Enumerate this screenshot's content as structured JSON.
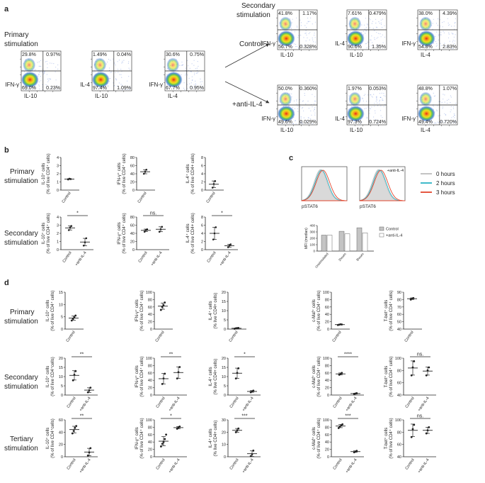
{
  "panels": {
    "a": "a",
    "b": "b",
    "c": "c",
    "d": "d"
  },
  "row_labels": {
    "primary": [
      "Primary",
      "stimulation"
    ],
    "secondary": [
      "Secondary",
      "stimulation"
    ],
    "tertiary": [
      "Tertiary",
      "stimulation"
    ]
  },
  "panel_a": {
    "secondary_title": [
      "Secondary",
      "stimulation"
    ],
    "control_label": "Control",
    "anti_label": "+anti-IL-4"
  },
  "chart_data": {
    "flow_plots": [
      {
        "id": "p1",
        "x": "IL-10",
        "y": "IFN-γ",
        "q": [
          "29.8%",
          "0.97%",
          "69.0%",
          "0.23%"
        ]
      },
      {
        "id": "p2",
        "x": "IL-10",
        "y": "IL-4",
        "q": [
          "1.49%",
          "0.04%",
          "97.4%",
          "1.09%"
        ]
      },
      {
        "id": "p3",
        "x": "IL-4",
        "y": "IFN-γ",
        "q": [
          "30.6%",
          "0.75%",
          "67.7%",
          "0.95%"
        ]
      },
      {
        "id": "c1",
        "x": "IL-10",
        "y": "IFN-γ",
        "q": [
          "41.8%",
          "1.17%",
          "56.7%",
          "0.328%"
        ]
      },
      {
        "id": "c2",
        "x": "IL-10",
        "y": "IL-4",
        "q": [
          "7.61%",
          "0.479%",
          "90.6%",
          "1.35%"
        ]
      },
      {
        "id": "c3",
        "x": "IL-4",
        "y": "IFN-γ",
        "q": [
          "38.0%",
          "4.39%",
          "54.8%",
          "2.83%"
        ]
      },
      {
        "id": "a1",
        "x": "IL-10",
        "y": "IFN-γ",
        "q": [
          "50.0%",
          "0.360%",
          "49.6%",
          "0.029%"
        ]
      },
      {
        "id": "a2",
        "x": "IL-10",
        "y": "IL-4",
        "q": [
          "1.97%",
          "0.053%",
          "97.3%",
          "0.724%"
        ]
      },
      {
        "id": "a3",
        "x": "IL-4",
        "y": "IFN-γ",
        "q": [
          "48.8%",
          "1.07%",
          "49.4%",
          "0.720%"
        ]
      }
    ],
    "panel_b": [
      {
        "id": "b1",
        "ylabel": [
          "IL-10⁺ cells",
          "(% of live CD4⁺ cells)"
        ],
        "ylim": [
          0,
          4
        ],
        "ticks": [
          "0",
          "1",
          "2",
          "3",
          "4"
        ],
        "categories": [
          "Control"
        ],
        "groups": [
          [
            1.3,
            1.4,
            1.35
          ]
        ],
        "sig": ""
      },
      {
        "id": "b2",
        "ylabel": [
          "IFN-γ⁺ cells",
          "(% of live CD4⁺ cells)"
        ],
        "ylim": [
          0,
          80
        ],
        "ticks": [
          "0",
          "20",
          "40",
          "60",
          "80"
        ],
        "categories": [
          "Control"
        ],
        "groups": [
          [
            40,
            45,
            50
          ]
        ],
        "sig": ""
      },
      {
        "id": "b3",
        "ylabel": [
          "IL-4⁺ cells",
          "(% of live CD4+ cells)"
        ],
        "ylim": [
          0,
          8
        ],
        "ticks": [
          "0",
          "2",
          "4",
          "6",
          "8"
        ],
        "categories": [
          "Control"
        ],
        "groups": [
          [
            0.6,
            1.5,
            2.2
          ]
        ],
        "sig": ""
      },
      {
        "id": "b4",
        "ylabel": [
          "IL-10⁺ cells",
          "(% of live CD4⁺ cells)"
        ],
        "ylim": [
          0,
          4
        ],
        "ticks": [
          "0",
          "1",
          "2",
          "3",
          "4"
        ],
        "categories": [
          "Control",
          "+anti-IL-4"
        ],
        "groups": [
          [
            2.4,
            2.7,
            2.9
          ],
          [
            0.5,
            0.9,
            1.4
          ]
        ],
        "sig": "*"
      },
      {
        "id": "b5",
        "ylabel": [
          "IFN-γ⁺ cells",
          "(% of live CD4⁺ cells)"
        ],
        "ylim": [
          0,
          80
        ],
        "ticks": [
          "0",
          "20",
          "40",
          "60",
          "80"
        ],
        "categories": [
          "Control",
          "+anti-IL-4"
        ],
        "groups": [
          [
            44,
            48,
            50
          ],
          [
            44,
            50,
            56
          ]
        ],
        "sig": "ns."
      },
      {
        "id": "b6",
        "ylabel": [
          "IL-4⁺ cells",
          "(% of live CD4+ cells)"
        ],
        "ylim": [
          0,
          8
        ],
        "ticks": [
          "0",
          "2",
          "4",
          "6",
          "8"
        ],
        "categories": [
          "Control",
          "+anti-IL-4"
        ],
        "groups": [
          [
            2.5,
            4.0,
            5.5
          ],
          [
            0.6,
            1.0,
            1.3
          ]
        ],
        "sig": "*"
      }
    ],
    "panel_c": {
      "histograms": [
        {
          "id": "h1",
          "xlabel": "pSTAT6",
          "annotation": ""
        },
        {
          "id": "h2",
          "xlabel": "pSTAT6",
          "annotation": "+anti-IL-4"
        }
      ],
      "legend": [
        {
          "name": "0 hours",
          "color": "#bdbdbd"
        },
        {
          "name": "2 hours",
          "color": "#2ab3c4"
        },
        {
          "name": "3 hours",
          "color": "#e2452d"
        }
      ],
      "mfi": {
        "type": "bar",
        "ylabel": "MFI (median)",
        "ylim": [
          0,
          400
        ],
        "ticks": [
          "0",
          "100",
          "200",
          "300",
          "400"
        ],
        "categories": [
          "Unstimulated",
          "2hours",
          "3hours"
        ],
        "series": [
          {
            "name": "Control",
            "color": "#c4c4c4",
            "values": [
              250,
              310,
              365
            ]
          },
          {
            "name": "+anti-IL-4",
            "color": "#ffffff",
            "values": [
              250,
              270,
              285
            ]
          }
        ]
      }
    },
    "panel_d": [
      {
        "id": "d1",
        "ylabel": [
          "IL-10⁺ cells",
          "(% of live CD4⁺ cells)"
        ],
        "ylim": [
          0,
          15
        ],
        "ticks": [
          "0",
          "5",
          "10",
          "15"
        ],
        "categories": [
          "Control"
        ],
        "groups": [
          [
            3.5,
            4.2,
            4.8,
            5.5
          ]
        ],
        "sig": ""
      },
      {
        "id": "d2",
        "ylabel": [
          "IFN-γ⁺ cells",
          "(% of live CD4⁺ cells)"
        ],
        "ylim": [
          0,
          100
        ],
        "ticks": [
          "0",
          "20",
          "40",
          "60",
          "80",
          "100"
        ],
        "categories": [
          "Control"
        ],
        "groups": [
          [
            52,
            60,
            65,
            72
          ]
        ],
        "sig": ""
      },
      {
        "id": "d3",
        "ylabel": [
          "IL-4⁺ cells",
          "(% live CD4+ cells)"
        ],
        "ylim": [
          0,
          20
        ],
        "ticks": [
          "0",
          "5",
          "10",
          "15",
          "20"
        ],
        "categories": [
          "Control"
        ],
        "groups": [
          [
            0.2,
            0.4,
            0.5,
            0.6
          ]
        ],
        "sig": ""
      },
      {
        "id": "d4",
        "ylabel": [
          "c-Maf⁺ cells",
          "(% of live CD4⁺ cells)"
        ],
        "ylim": [
          0,
          100
        ],
        "ticks": [
          "0",
          "20",
          "40",
          "60",
          "80",
          "100"
        ],
        "categories": [
          "Control"
        ],
        "groups": [
          [
            11,
            12,
            13,
            12.5
          ]
        ],
        "sig": ""
      },
      {
        "id": "d5",
        "ylabel": [
          "T-bet⁺ cells",
          "(% of live CD4⁺ cells)"
        ],
        "ylim": [
          40,
          90
        ],
        "ticks": [
          "40",
          "50",
          "60",
          "70",
          "80",
          "90"
        ],
        "categories": [
          "Control"
        ],
        "groups": [
          [
            80,
            81.5,
            82
          ]
        ],
        "sig": ""
      },
      {
        "id": "d6",
        "ylabel": [
          "IL-10⁺ cells",
          "(% of live CD4⁺cells)"
        ],
        "ylim": [
          0,
          20
        ],
        "ticks": [
          "0",
          "5",
          "10",
          "15",
          "20"
        ],
        "categories": [
          "Control",
          "+anti-IL-4"
        ],
        "groups": [
          [
            8,
            11,
            13
          ],
          [
            1.5,
            2.5,
            4
          ]
        ],
        "sig": "**"
      },
      {
        "id": "d7",
        "ylabel": [
          "IFN-γ⁺ cells",
          "(% of live CD4⁺ cells)"
        ],
        "ylim": [
          0,
          100
        ],
        "ticks": [
          "0",
          "20",
          "40",
          "60",
          "80",
          "100"
        ],
        "categories": [
          "Control",
          "+anti-IL-4"
        ],
        "groups": [
          [
            30,
            45,
            58
          ],
          [
            45,
            62,
            76
          ]
        ],
        "sig": "**"
      },
      {
        "id": "d8",
        "ylabel": [
          "IL-4⁺ cells",
          "(% live CD4+ cells)"
        ],
        "ylim": [
          0,
          20
        ],
        "ticks": [
          "0",
          "5",
          "10",
          "15",
          "20"
        ],
        "categories": [
          "Control",
          "+anti-IL-4"
        ],
        "groups": [
          [
            9,
            12,
            14.5
          ],
          [
            1.5,
            2,
            2.4
          ]
        ],
        "sig": "*"
      },
      {
        "id": "d9",
        "ylabel": [
          "c-Maf⁺ cells",
          "(% of live CD4⁺ cells)"
        ],
        "ylim": [
          0,
          100
        ],
        "ticks": [
          "0",
          "20",
          "40",
          "60",
          "80",
          "100"
        ],
        "categories": [
          "Control",
          "+anti-IL-4"
        ],
        "groups": [
          [
            55,
            57,
            60
          ],
          [
            3,
            4,
            5
          ]
        ],
        "sig": "****"
      },
      {
        "id": "d10",
        "ylabel": [
          "T-bet⁺ cells",
          "(% of live CD4⁺ cells)"
        ],
        "ylim": [
          40,
          100
        ],
        "ticks": [
          "40",
          "60",
          "80",
          "100"
        ],
        "categories": [
          "Control",
          "+anti-IL-4"
        ],
        "groups": [
          [
            72,
            85,
            95
          ],
          [
            72,
            80,
            85
          ]
        ],
        "sig": "ns."
      },
      {
        "id": "d11",
        "ylabel": [
          "IL-10⁺ cells",
          "(% of live CD4⁺cells)"
        ],
        "ylim": [
          0,
          60
        ],
        "ticks": [
          "0",
          "20",
          "40",
          "60"
        ],
        "categories": [
          "Control",
          "+anti-IL-4"
        ],
        "groups": [
          [
            38,
            42,
            47,
            50
          ],
          [
            2,
            7,
            14
          ]
        ],
        "sig": "**"
      },
      {
        "id": "d12",
        "ylabel": [
          "IFN-γ⁺ cells",
          "(% of live CD4⁺ cells)"
        ],
        "ylim": [
          0,
          100
        ],
        "ticks": [
          "0",
          "20",
          "40",
          "60",
          "80",
          "100"
        ],
        "categories": [
          "Control",
          "+anti-IL-4"
        ],
        "groups": [
          [
            28,
            35,
            40,
            48,
            60
          ],
          [
            76,
            79,
            82
          ]
        ],
        "sig": "*"
      },
      {
        "id": "d13",
        "ylabel": [
          "IL-4⁺ cells",
          "(% live CD4+ cells)"
        ],
        "ylim": [
          0,
          30
        ],
        "ticks": [
          "0",
          "10",
          "20",
          "30"
        ],
        "categories": [
          "Control",
          "+anti-IL-4"
        ],
        "groups": [
          [
            20,
            21.5,
            23
          ],
          [
            0.5,
            2,
            5
          ]
        ],
        "sig": "***"
      },
      {
        "id": "d14",
        "ylabel": [
          "c-Maf⁺ cells",
          "(% of live CD4⁺ cells)"
        ],
        "ylim": [
          0,
          100
        ],
        "ticks": [
          "0",
          "20",
          "40",
          "60",
          "80",
          "100"
        ],
        "categories": [
          "Control",
          "+anti-IL-4"
        ],
        "groups": [
          [
            78,
            82,
            85,
            88
          ],
          [
            12,
            14,
            16
          ]
        ],
        "sig": "***"
      },
      {
        "id": "d15",
        "ylabel": [
          "T-bet⁺ cells",
          "(% of live CD4⁺ cells)"
        ],
        "ylim": [
          40,
          100
        ],
        "ticks": [
          "40",
          "60",
          "80",
          "100"
        ],
        "categories": [
          "Control",
          "+anti-IL-4"
        ],
        "groups": [
          [
            72,
            85,
            92
          ],
          [
            78,
            83,
            88
          ]
        ],
        "sig": "ns."
      }
    ]
  }
}
